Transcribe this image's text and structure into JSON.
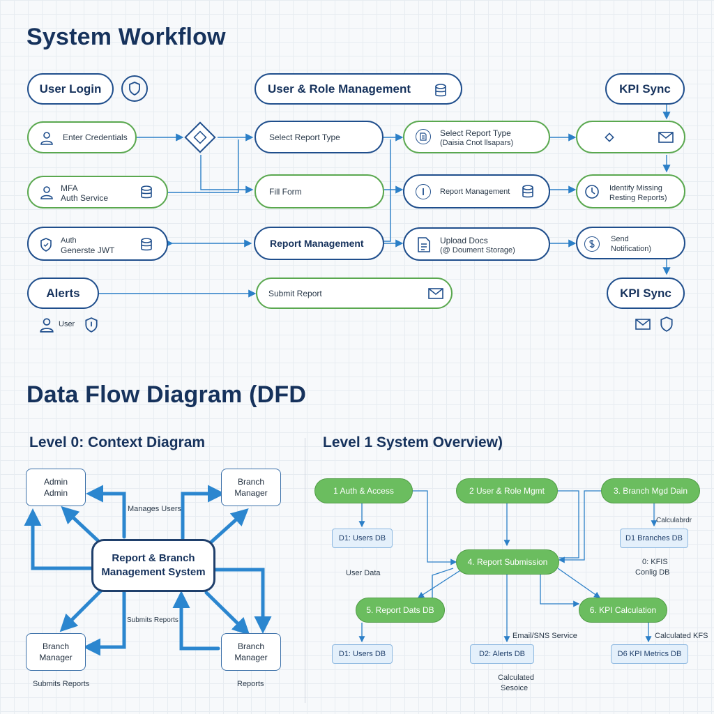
{
  "workflow": {
    "title": "System Workflow",
    "user_login": "User Login",
    "user_role_mgmt": "User & Role Management",
    "kpi_sync_top": "KPI Sync",
    "enter_credentials": "Enter Credentials",
    "mfa_line1": "MFA",
    "mfa_line2": "Auth Service",
    "auth_line1": "Auth",
    "auth_line2": "Generste JWT",
    "alerts": "Alerts",
    "user_label": "User",
    "select_report_type": "Select Report Type",
    "fill_form": "Fill Form",
    "report_management": "Report Management",
    "submit_report": "Submit Report",
    "select_report_type2_line1": "Select Report Type",
    "select_report_type2_line2": "(Daisia Cnot llsapars)",
    "report_management2": "Report Management",
    "upload_docs_line1": "Upload Docs",
    "upload_docs_line2": "(@ Doument Storage)",
    "identify_line1": "Identify Missing",
    "identify_line2": "Resting Reports)",
    "send_line1": "Send",
    "send_line2": "Notification)",
    "kpi_sync_bottom": "KPI Sync"
  },
  "dfd": {
    "title": "Data Flow Diagram (DFD",
    "level0": {
      "title": "Level 0: Context Diagram",
      "admin_line1": "Admin",
      "admin_line2": "Admin",
      "bm_tr_line1": "Branch",
      "bm_tr_line2": "Manager",
      "bm_bl_line1": "Branch",
      "bm_bl_line2": "Manager",
      "bm_br_line1": "Branch",
      "bm_br_line2": "Manager",
      "core_line1": "Report & Branch",
      "core_line2": "Management System",
      "manages_users": "Manages Users",
      "submits_reports_mid": "Submits Reports",
      "submits_reports_bottom": "Submits Reports",
      "reports_bottom": "Reports"
    },
    "level1": {
      "title": "Level 1  System Overview)",
      "p1": "1    Auth & Access",
      "p2": "2    User & Role Mgmt",
      "p3": "3.    Branch Mgd  Dain",
      "p4": "4.    Report Submission",
      "p5": "5.    Report Dats DB",
      "p6": "6.    KPI Calculation",
      "d1_users_top": "D1: Users DB",
      "d1_branches": "D1 Branches DB",
      "d1_users_bottom": "D1: Users DB",
      "d2_alerts": "D2: Alerts DB",
      "d6_kpi": "D6 KPI Metrics DB",
      "user_data": "User Data",
      "calculabrdr": "Calculabrdr",
      "kfis_line1": "0: KFIS",
      "kfis_line2": "Conlig DB",
      "email_sns": "Email/SNS Service",
      "calculated_kfs": "Calculated KFS",
      "calculated_line1": "Calculated",
      "calculated_line2": "Sesoice"
    }
  },
  "colors": {
    "navy": "#1f4e8c",
    "green": "#5aa84f",
    "arrow_blue": "#2b7fc7",
    "dfd_green": "#6bbd5f"
  }
}
